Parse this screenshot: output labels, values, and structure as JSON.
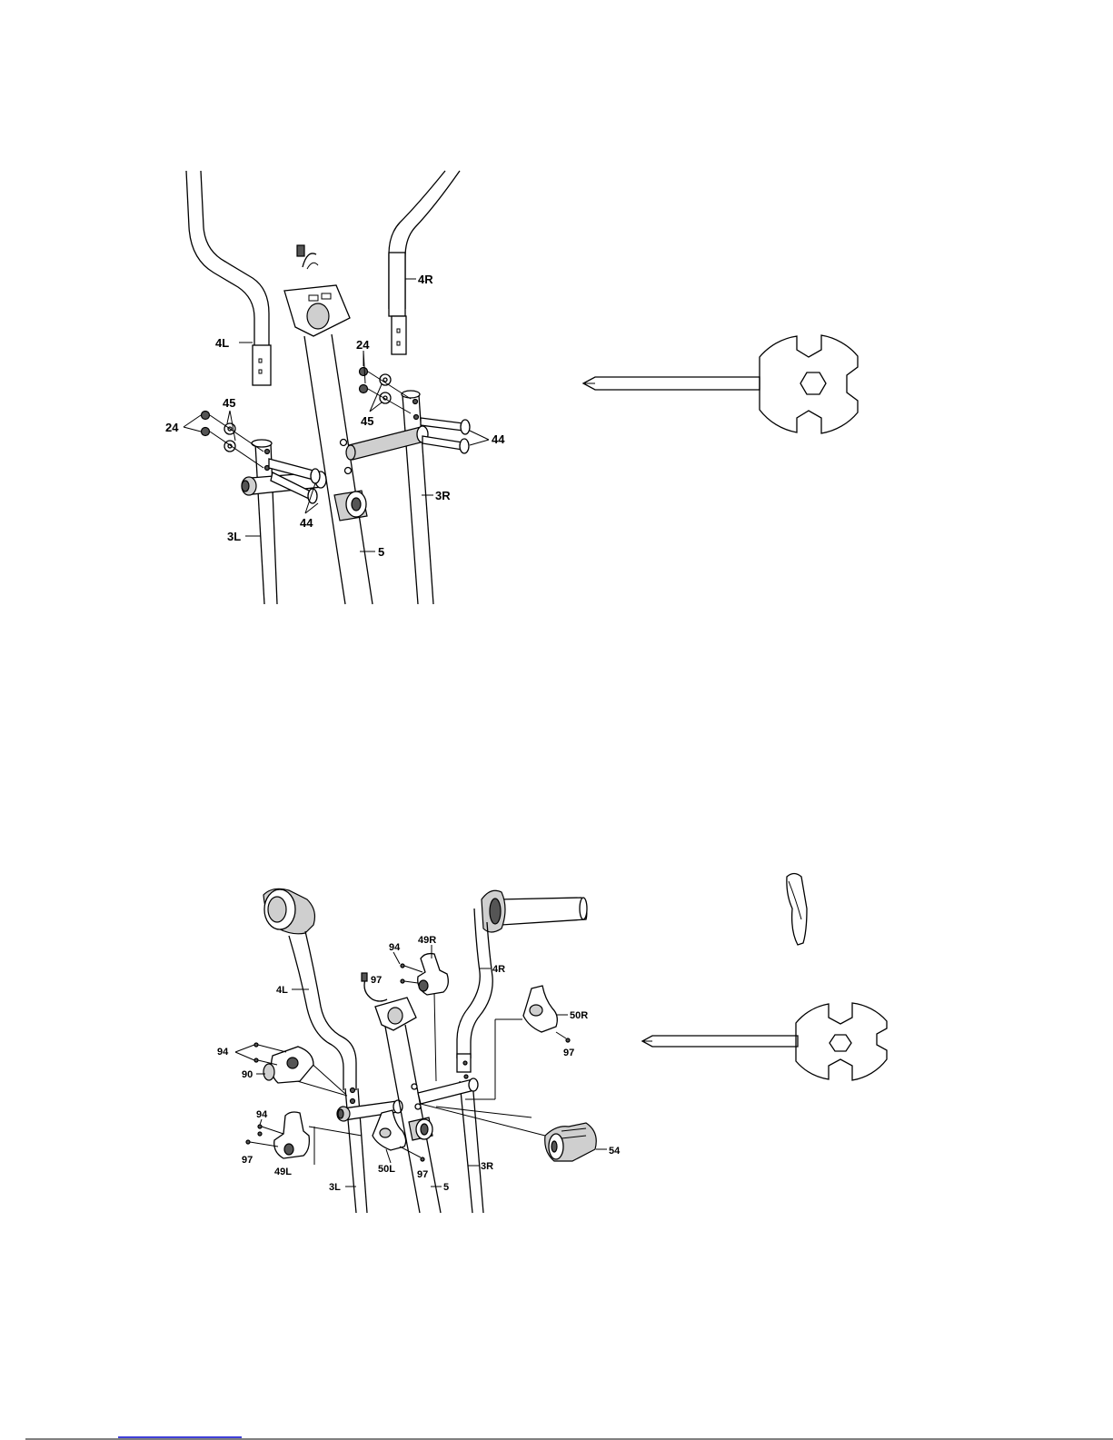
{
  "diagram_top": {
    "labels": {
      "l4L": "4L",
      "l4R": "4R",
      "l3L": "3L",
      "l3R": "3R",
      "l5": "5",
      "l24a": "24",
      "l24b": "24",
      "l45a": "45",
      "l45b": "45",
      "l44a": "44",
      "l44b": "44"
    }
  },
  "diagram_bottom": {
    "labels": {
      "l4L": "4L",
      "l4R": "4R",
      "l3L": "3L",
      "l3R": "3R",
      "l5": "5",
      "l49R": "49R",
      "l49L": "49L",
      "l50R": "50R",
      "l50L": "50L",
      "l54": "54",
      "l90": "90",
      "l94a": "94",
      "l94b": "94",
      "l94c": "94",
      "l97a": "97",
      "l97b": "97",
      "l97c": "97",
      "l97d": "97"
    }
  },
  "tools": [
    "screwdriver-wrench-icon",
    "allen-key-icon"
  ]
}
